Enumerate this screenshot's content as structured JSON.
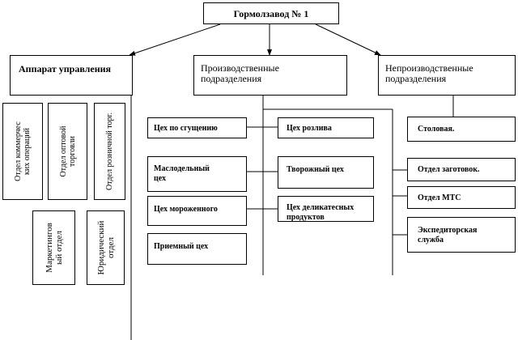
{
  "root": {
    "title": "Гормолзавод № 1"
  },
  "branches": {
    "management": "Аппарат управления",
    "production_1": "Производственные",
    "production_2": "подразделения",
    "nonproduction_1": "Непроизводственные",
    "nonproduction_2": "подразделения"
  },
  "management_units": {
    "commercial_1": "Отдел   коммерчес",
    "commercial_2": "ких операций",
    "wholesale_1": "Отдел оптовой",
    "wholesale_2": "торговли",
    "retail": "Отдел розничной торг.",
    "marketing_1": "Маркетингов",
    "marketing_2": "ый отдел",
    "legal_1": "Юридический",
    "legal_2": "отдел"
  },
  "production_units": {
    "condensing": "Цех по сгущению",
    "bottling": "Цех розлива",
    "butter_1": "Маслодельный",
    "butter_2": "цех",
    "cottage": "Творожный цех",
    "icecream": "Цех мороженного",
    "delicacy_1": "Цех   деликатесных",
    "delicacy_2": "продуктов",
    "receiving": "Приемный цех"
  },
  "nonproduction_units": {
    "canteen": "Столовая.",
    "procurement": "Отдел заготовок.",
    "mts": "Отдел МТС",
    "forwarding_1": "Экспедиторская",
    "forwarding_2": "служба"
  }
}
